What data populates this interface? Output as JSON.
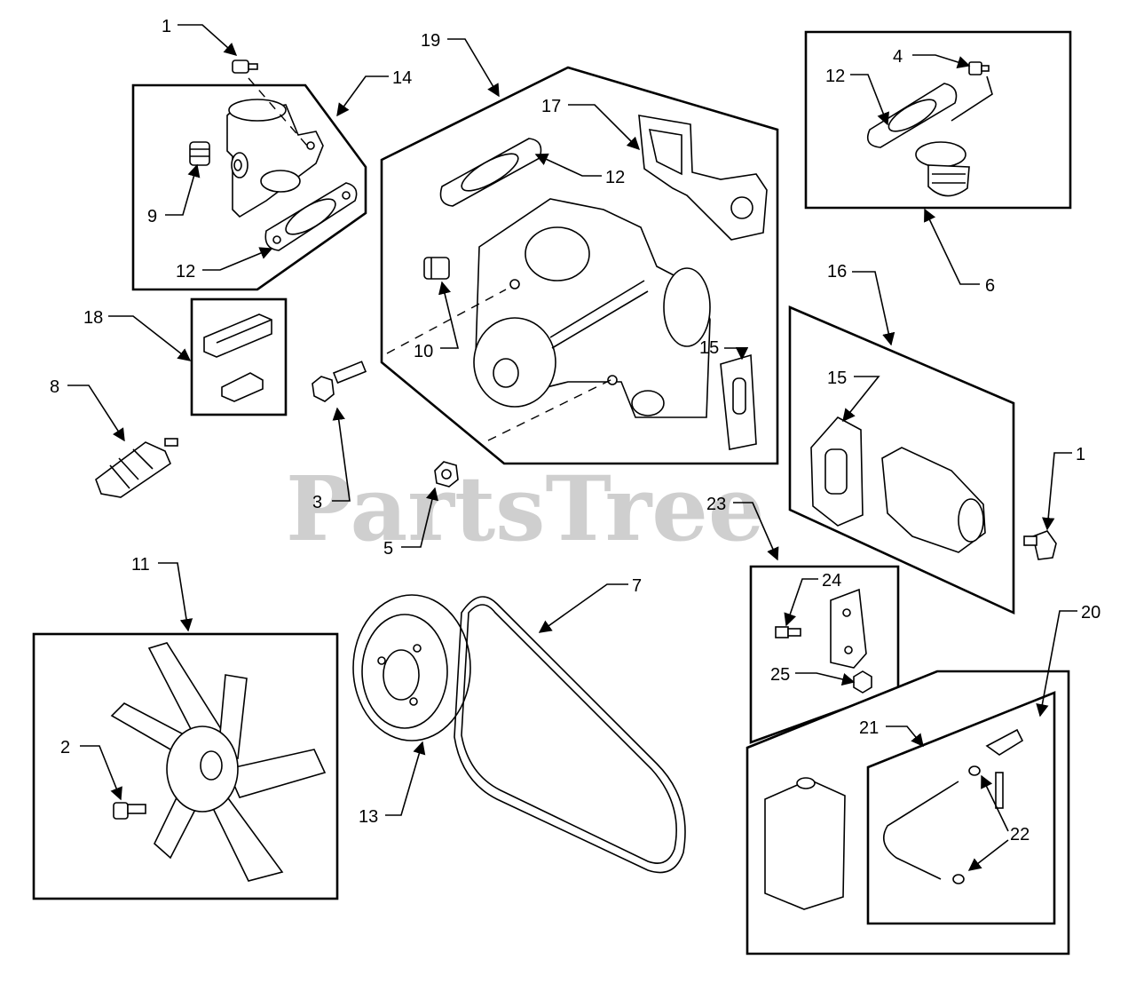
{
  "watermark": "PartsTree",
  "callouts": [
    {
      "id": "c1a",
      "text": "1"
    },
    {
      "id": "c14",
      "text": "14"
    },
    {
      "id": "c9",
      "text": "9"
    },
    {
      "id": "c12a",
      "text": "12"
    },
    {
      "id": "c18",
      "text": "18"
    },
    {
      "id": "c8",
      "text": "8"
    },
    {
      "id": "c19",
      "text": "19"
    },
    {
      "id": "c17",
      "text": "17"
    },
    {
      "id": "c12b",
      "text": "12"
    },
    {
      "id": "c10",
      "text": "10"
    },
    {
      "id": "c15a",
      "text": "15"
    },
    {
      "id": "c3",
      "text": "3"
    },
    {
      "id": "c5",
      "text": "5"
    },
    {
      "id": "c4",
      "text": "4"
    },
    {
      "id": "c12c",
      "text": "12"
    },
    {
      "id": "c6",
      "text": "6"
    },
    {
      "id": "c16",
      "text": "16"
    },
    {
      "id": "c15b",
      "text": "15"
    },
    {
      "id": "c1b",
      "text": "1"
    },
    {
      "id": "c23",
      "text": "23"
    },
    {
      "id": "c24",
      "text": "24"
    },
    {
      "id": "c25",
      "text": "25"
    },
    {
      "id": "c20",
      "text": "20"
    },
    {
      "id": "c21",
      "text": "21"
    },
    {
      "id": "c22",
      "text": "22"
    },
    {
      "id": "c11",
      "text": "11"
    },
    {
      "id": "c2",
      "text": "2"
    },
    {
      "id": "c7",
      "text": "7"
    },
    {
      "id": "c13",
      "text": "13"
    }
  ]
}
